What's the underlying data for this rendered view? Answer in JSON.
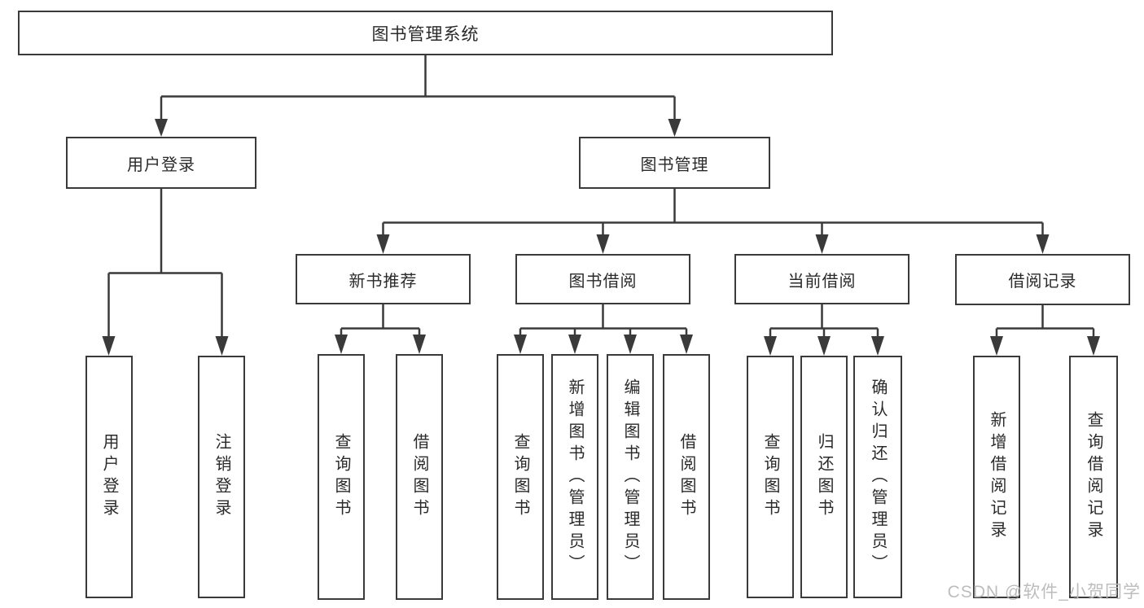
{
  "watermark": "CSDN @软件_小贺同学",
  "colors": {
    "line": "#3a3a3a",
    "box_background": "#ffffff",
    "text": "#2a2a2a",
    "watermark": "#b9b9b9"
  },
  "tree": {
    "label": "图书管理系统",
    "children": [
      {
        "label": "用户登录",
        "children": [
          {
            "label": "用户登录"
          },
          {
            "label": "注销登录"
          }
        ]
      },
      {
        "label": "图书管理",
        "children": [
          {
            "label": "新书推荐",
            "children": [
              {
                "label": "查询图书"
              },
              {
                "label": "借阅图书"
              }
            ]
          },
          {
            "label": "图书借阅",
            "children": [
              {
                "label": "查询图书"
              },
              {
                "label": "新增图书（管理员）"
              },
              {
                "label": "编辑图书（管理员）"
              },
              {
                "label": "借阅图书"
              }
            ]
          },
          {
            "label": "当前借阅",
            "children": [
              {
                "label": "查询图书"
              },
              {
                "label": "归还图书"
              },
              {
                "label": "确认归还（管理员）"
              }
            ]
          },
          {
            "label": "借阅记录",
            "children": [
              {
                "label": "新增借阅记录"
              },
              {
                "label": "查询借阅记录"
              }
            ]
          }
        ]
      }
    ]
  }
}
